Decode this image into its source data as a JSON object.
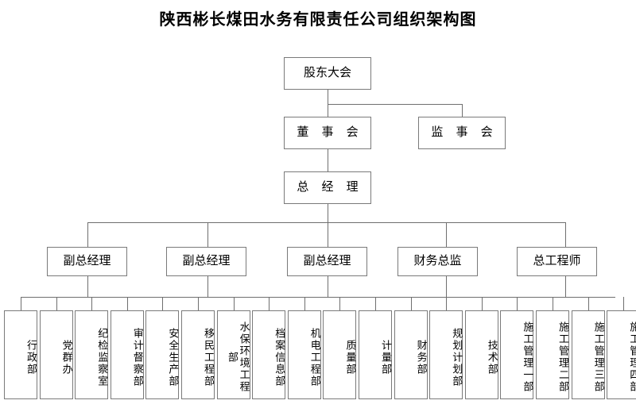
{
  "document": {
    "title": "陕西彬长煤田水务有限责任公司组织架构图"
  },
  "chart": {
    "type": "org-chart",
    "levels": [
      {
        "level": 1,
        "nodes": [
          {
            "id": "shareholders",
            "label": "股东大会"
          }
        ]
      },
      {
        "level": 2,
        "nodes": [
          {
            "id": "board-of-directors",
            "label": "董 事 会"
          },
          {
            "id": "board-of-supervisors",
            "label": "监 事 会"
          }
        ]
      },
      {
        "level": 3,
        "nodes": [
          {
            "id": "general-manager",
            "label": "总 经 理"
          }
        ]
      },
      {
        "level": 4,
        "nodes": [
          {
            "id": "deputy-gm-1",
            "label": "副总经理"
          },
          {
            "id": "deputy-gm-2",
            "label": "副总经理"
          },
          {
            "id": "deputy-gm-3",
            "label": "副总经理"
          },
          {
            "id": "cfo",
            "label": "财务总监"
          },
          {
            "id": "chief-engineer",
            "label": "总工程师"
          }
        ]
      },
      {
        "level": 5,
        "nodes": [
          {
            "id": "dept-administration",
            "label": "行政部"
          },
          {
            "id": "dept-party-mass-office",
            "label": "党群办"
          },
          {
            "id": "dept-discipline-inspection",
            "label": "纪检监察室"
          },
          {
            "id": "dept-audit-supervision",
            "label": "审计督察部"
          },
          {
            "id": "dept-safety-production",
            "label": "安全生产部"
          },
          {
            "id": "dept-resettlement-engineering",
            "label": "移民工程部"
          },
          {
            "id": "dept-water-environment-engineering",
            "label": "水保环境工程部"
          },
          {
            "id": "dept-archives-information",
            "label": "档案信息部"
          },
          {
            "id": "dept-electromechanical-engineering",
            "label": "机电工程部"
          },
          {
            "id": "dept-quality",
            "label": "质量部"
          },
          {
            "id": "dept-metering",
            "label": "计量部"
          },
          {
            "id": "dept-finance",
            "label": "财务部"
          },
          {
            "id": "dept-planning",
            "label": "规划计划部"
          },
          {
            "id": "dept-technology",
            "label": "技术部"
          },
          {
            "id": "dept-construction-mgmt-1",
            "label": "施工管理一部"
          },
          {
            "id": "dept-construction-mgmt-2",
            "label": "施工管理二部"
          },
          {
            "id": "dept-construction-mgmt-3",
            "label": "施工管理三部"
          },
          {
            "id": "dept-construction-mgmt-4",
            "label": "施工管理四部"
          }
        ]
      }
    ]
  },
  "colors": {
    "background": "#ffffff",
    "box_border": "#7a7a7a",
    "connector": "#6f6f6f",
    "text": "#000000"
  }
}
